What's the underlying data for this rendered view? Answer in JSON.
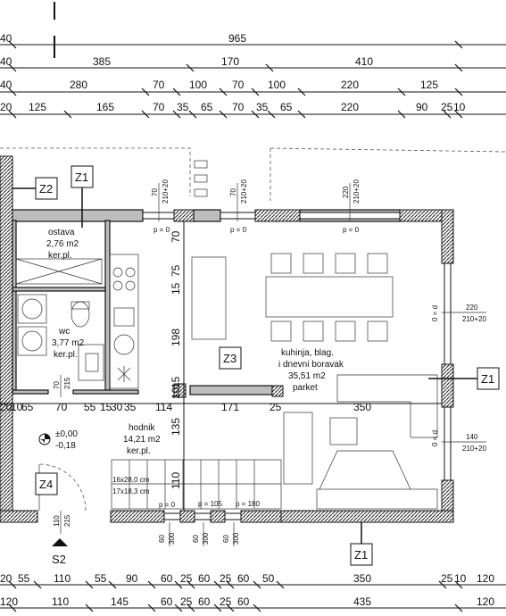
{
  "dims_top": [
    [
      "40",
      "965"
    ],
    [
      "40",
      "385",
      "170",
      "410"
    ],
    [
      "40",
      "280",
      "70",
      "100",
      "70",
      "100",
      "220",
      "125"
    ],
    [
      "20",
      "125",
      "165",
      "70",
      "35",
      "65",
      "70",
      "35",
      "65",
      "220",
      "90",
      "25",
      "10"
    ]
  ],
  "dims_bottom": [
    [
      "20",
      "55",
      "110",
      "55",
      "90",
      "60",
      "25",
      "60",
      "25",
      "60",
      "50",
      "350",
      "25",
      "10",
      "120"
    ],
    [
      "120",
      "110",
      "145",
      "60",
      "25",
      "60",
      "25",
      "60",
      "435",
      "120"
    ]
  ],
  "dims_interior": [
    "20",
    "10",
    "65",
    "70",
    "55",
    "15",
    "30",
    "35",
    "114",
    "171",
    "25",
    "350"
  ],
  "dims_vertical": [
    "70",
    "75",
    "15",
    "198",
    "15",
    "10",
    "135",
    "110"
  ],
  "openings": {
    "win1": [
      "70",
      "210+20"
    ],
    "win2": [
      "70",
      "210+20"
    ],
    "win3": [
      "220",
      "210+20"
    ],
    "win_right1": [
      "220",
      "210+20"
    ],
    "win_right2": [
      "140",
      "210+20"
    ],
    "win_wc": [
      "70",
      "215"
    ],
    "door_entry": [
      "110",
      "215"
    ],
    "bottom_openings": [
      [
        "60",
        "300"
      ],
      [
        "60",
        "300"
      ],
      [
        "60",
        "300"
      ]
    ],
    "sill": [
      "p = 0",
      "p = 0",
      "p = 0",
      "p = 105",
      "p = 180",
      "p = 0"
    ],
    "sill_right": [
      "0 = d",
      "0 = d"
    ]
  },
  "rooms": {
    "ostava": {
      "name": "ostava",
      "area": "2,76 m2",
      "floor": "ker.pl."
    },
    "wc": {
      "name": "wc",
      "area": "3,77 m2",
      "floor": "ker.pl."
    },
    "kuhinja": {
      "line1": "kuhinja, blag.",
      "line2": "i dnevni boravak",
      "area": "35,51 m2",
      "floor": "parket"
    },
    "hodnik": {
      "name": "hodnik",
      "area": "14,21 m2",
      "floor": "ker.pl."
    }
  },
  "level": {
    "value": "±0,00",
    "sub": "-0,18"
  },
  "stairs": [
    "16x28,0 cm",
    "17x18,3 cm"
  ],
  "tags": {
    "z1a": "Z1",
    "z1b": "Z1",
    "z1c": "Z1",
    "z2": "Z2",
    "z3": "Z3",
    "z4": "Z4",
    "s2": "S2"
  }
}
